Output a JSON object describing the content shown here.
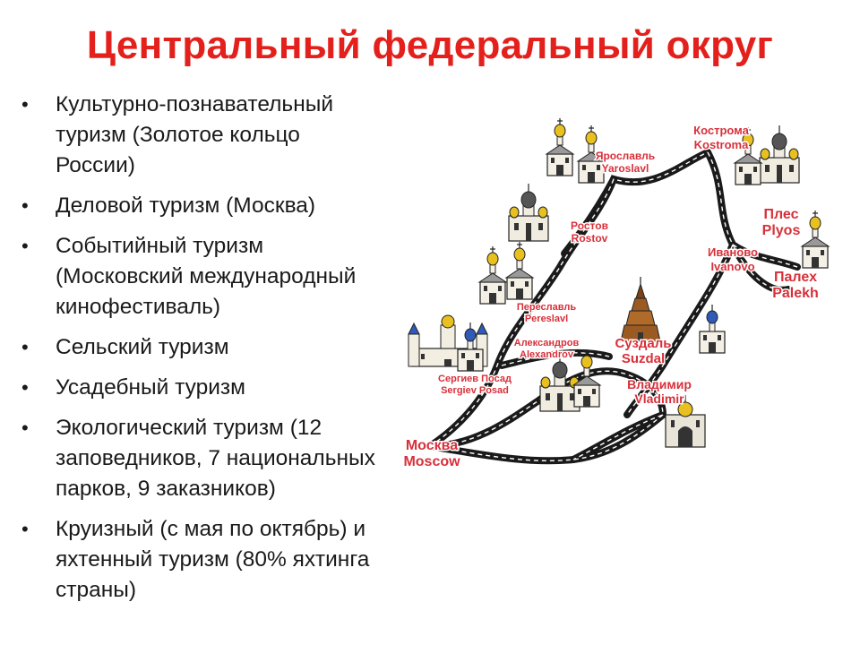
{
  "title": "Центральный федеральный округ",
  "bullets": [
    {
      "lines": [
        "Культурно-познавательный",
        "туризм (Золотое кольцо",
        "России)"
      ]
    },
    {
      "lines": [
        "Деловой туризм (Москва)"
      ]
    },
    {
      "lines": [
        "Событийный туризм",
        "(Московский международный",
        "кинофестиваль)"
      ]
    },
    {
      "lines": [
        "Сельский туризм"
      ]
    },
    {
      "lines": [
        "Усадебный туризм"
      ]
    },
    {
      "lines": [
        "Экологический туризм (12",
        "заповедников, 7 национальных",
        "парков, 9 заказников)"
      ]
    },
    {
      "lines": [
        "Круизный (с мая по октябрь) и",
        "яхтенный туризм (80% яхтинга",
        "страны)"
      ]
    }
  ],
  "map": {
    "cities": [
      {
        "ru": "Кострома",
        "en": "Kostroma"
      },
      {
        "ru": "Ярославль",
        "en": "Yaroslavl"
      },
      {
        "ru": "Ростов",
        "en": "Rostov"
      },
      {
        "ru": "Плес",
        "en": "Plyos"
      },
      {
        "ru": "Иваново",
        "en": "Ivanovo"
      },
      {
        "ru": "Палех",
        "en": "Palekh"
      },
      {
        "ru": "Переславль",
        "en": "Pereslavl"
      },
      {
        "ru": "Александров",
        "en": "Alexandrov"
      },
      {
        "ru": "Суздаль",
        "en": "Suzdal"
      },
      {
        "ru": "Сергиев Посад",
        "en": "Sergiev Posad"
      },
      {
        "ru": "Владимир",
        "en": "Vladimir"
      },
      {
        "ru": "Москва",
        "en": "Moscow"
      }
    ],
    "colors": {
      "road": "#1a1a1a",
      "label": "#d8303a",
      "label_shadow": "#ffffff",
      "dome_gold": "#e8c020",
      "dome_blue": "#2f5ab8",
      "wood": "#9a5a22"
    }
  }
}
